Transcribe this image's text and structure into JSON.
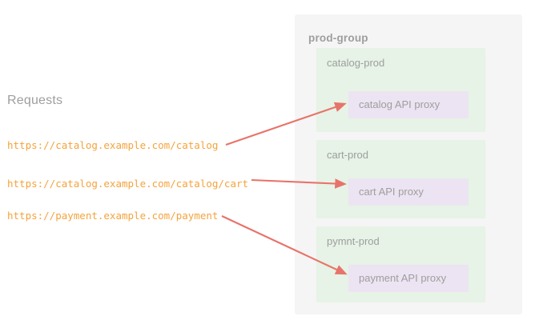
{
  "requests": {
    "title": "Requests",
    "urls": [
      "https://catalog.example.com/catalog",
      "https://catalog.example.com/catalog/cart",
      "https://payment.example.com/payment"
    ]
  },
  "group": {
    "title": "prod-group",
    "environments": [
      {
        "label": "catalog-prod",
        "proxy": "catalog API proxy"
      },
      {
        "label": "cart-prod",
        "proxy": "cart API proxy"
      },
      {
        "label": "pymnt-prod",
        "proxy": "payment API proxy"
      }
    ]
  },
  "colors": {
    "background": "#ffffff",
    "group_panel": "#f5f5f5",
    "env_panel": "#e6f3e6",
    "proxy_box": "#ece4f2",
    "url_text": "#f5a33c",
    "label_text": "#9e9e9e",
    "arrow": "#e8736a"
  },
  "arrows": [
    {
      "from_request": 0,
      "to_proxy": 0
    },
    {
      "from_request": 1,
      "to_proxy": 1
    },
    {
      "from_request": 2,
      "to_proxy": 2
    }
  ]
}
